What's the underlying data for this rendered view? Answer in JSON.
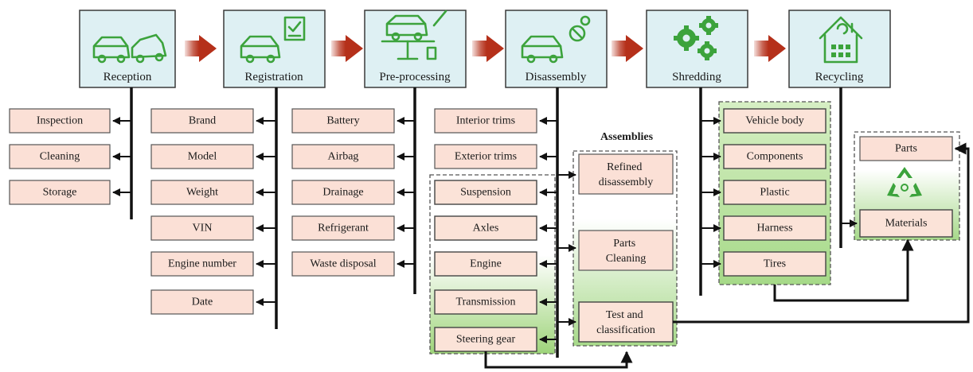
{
  "stages": [
    "Reception",
    "Registration",
    "Pre-processing",
    "Disassembly",
    "Shredding",
    "Recycling"
  ],
  "reception_items": [
    "Inspection",
    "Cleaning",
    "Storage"
  ],
  "registration_items": [
    "Brand",
    "Model",
    "Weight",
    "VIN",
    "Engine number",
    "Date"
  ],
  "preprocessing_items": [
    "Battery",
    "Airbag",
    "Drainage",
    "Refrigerant",
    "Waste disposal"
  ],
  "disassembly_items": [
    "Interior trims",
    "Exterior trims",
    "Suspension",
    "Axles",
    "Engine",
    "Transmission",
    "Steering gear"
  ],
  "assemblies": {
    "title": "Assemblies",
    "steps": [
      "Refined\ndisassembly",
      "Parts\nCleaning",
      "Test and\nclassification"
    ]
  },
  "shredding_items": [
    "Vehicle body",
    "Components",
    "Plastic",
    "Harness",
    "Tires"
  ],
  "recycling_items": [
    "Parts",
    "Materials"
  ],
  "icons": [
    "cars-icon",
    "car-checklist-icon",
    "car-lift-icon",
    "car-wrench-icon",
    "gears-icon",
    "recycle-house-icon",
    "recycle-icon"
  ],
  "colors": {
    "stage_fill": "#def0f3",
    "item_fill": "#fbe0d6",
    "icon_green": "#3ca33c",
    "arrow_red": "#b5301a"
  }
}
